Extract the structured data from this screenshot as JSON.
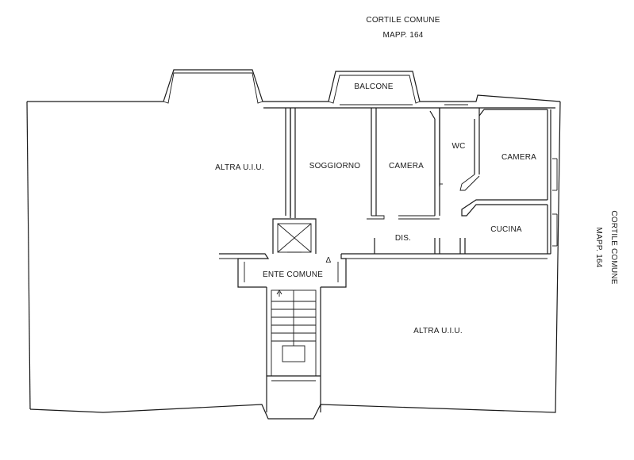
{
  "plan": {
    "courtyard_top": {
      "line1": "CORTILE COMUNE",
      "line2": "MAPP. 164"
    },
    "courtyard_right": {
      "line1": "CORTILE COMUNE",
      "line2": "MAPP. 164"
    },
    "rooms": {
      "balcone": "BALCONE",
      "altra_uiu_left": "ALTRA U.I.U.",
      "soggiorno": "SOGGIORNO",
      "camera_1": "CAMERA",
      "wc": "WC",
      "camera_2": "CAMERA",
      "cucina": "CUCINA",
      "dis": "DIS.",
      "ente_comune": "ENTE COMUNE",
      "altra_uiu_right": "ALTRA U.I.U."
    },
    "markers": {
      "triangle": "Δ"
    }
  }
}
